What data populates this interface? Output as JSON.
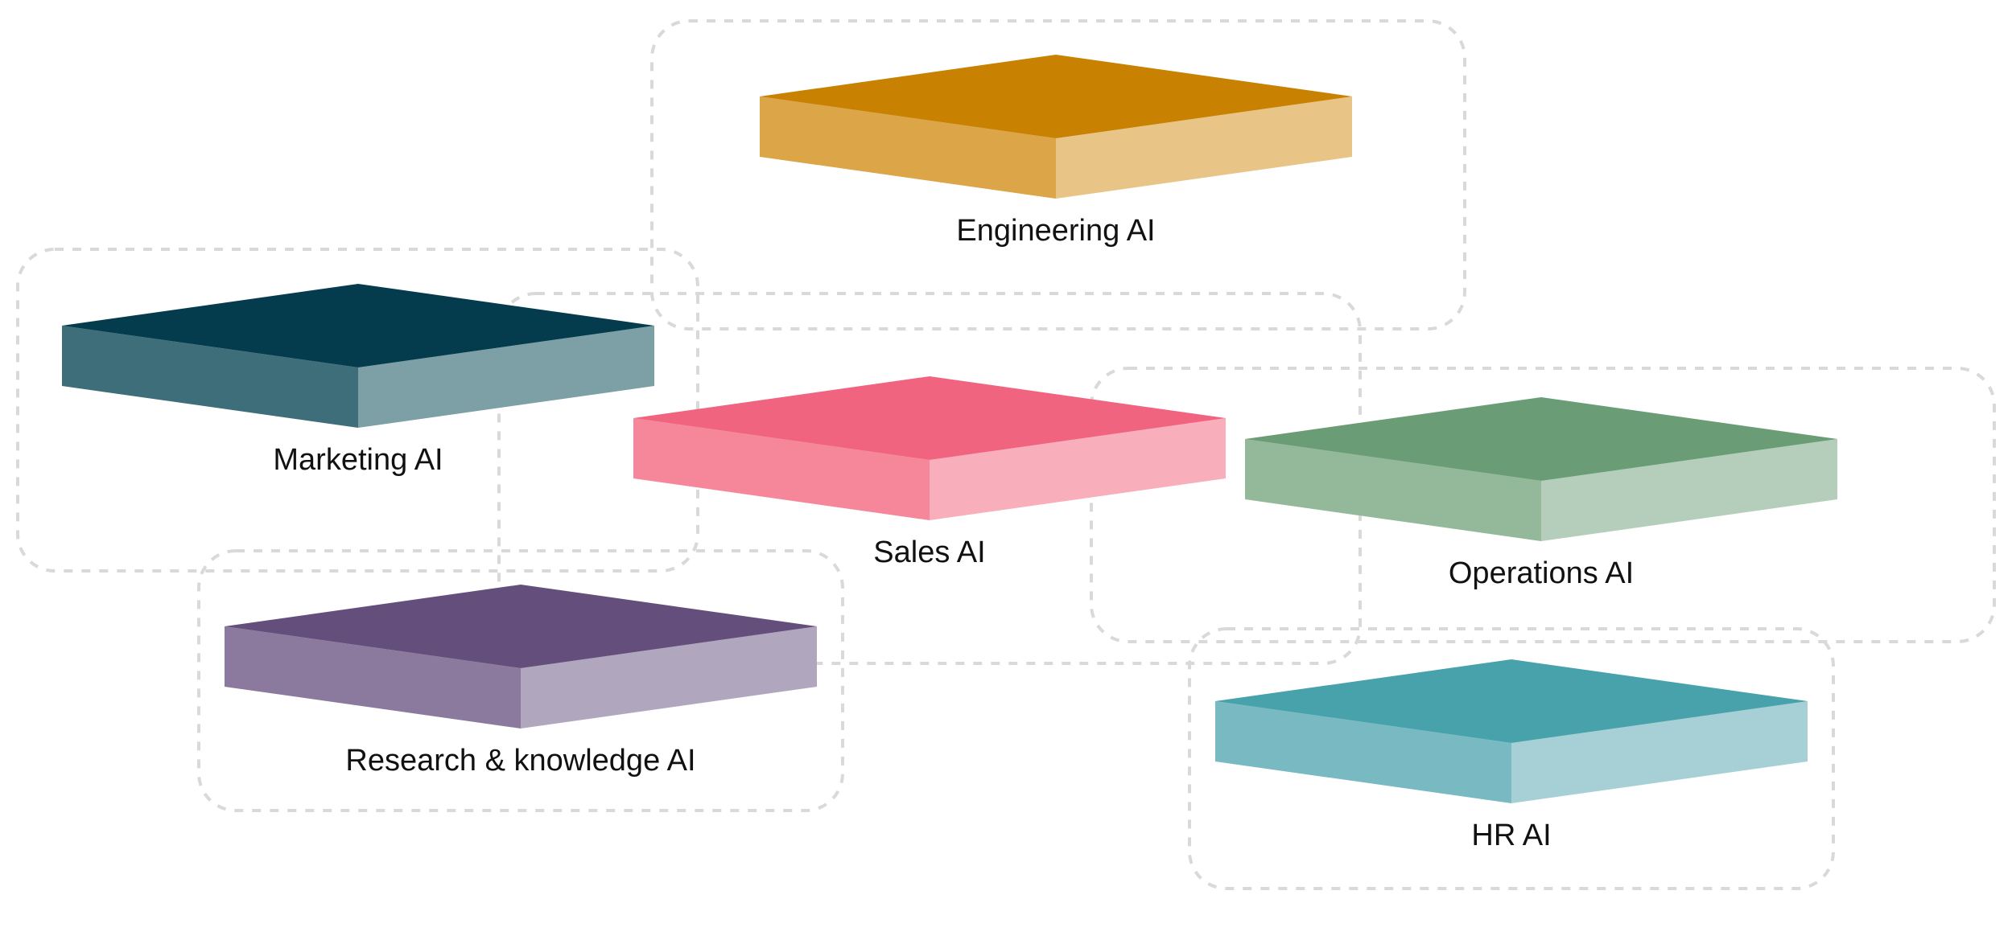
{
  "diagram": {
    "modules": [
      {
        "id": "engineering",
        "label": "Engineering AI",
        "colors": {
          "top": "#C88100",
          "left": "#DBA548",
          "right": "#E9C487"
        }
      },
      {
        "id": "marketing",
        "label": "Marketing AI",
        "colors": {
          "top": "#043C4E",
          "left": "#3E6E7A",
          "right": "#7D9FA6"
        }
      },
      {
        "id": "sales",
        "label": "Sales AI",
        "colors": {
          "top": "#F1647F",
          "left": "#F6879A",
          "right": "#F9AEBB"
        }
      },
      {
        "id": "operations",
        "label": "Operations AI",
        "colors": {
          "top": "#6A9D76",
          "left": "#93B89A",
          "right": "#B5CEBC"
        }
      },
      {
        "id": "research",
        "label": "Research & knowledge AI",
        "colors": {
          "top": "#644F7C",
          "left": "#8B7A9D",
          "right": "#B0A7BE"
        }
      },
      {
        "id": "hr",
        "label": "HR AI",
        "colors": {
          "top": "#48A2AB",
          "left": "#78B9C2",
          "right": "#A6D0D5"
        }
      }
    ],
    "frame_color": "#D9D9D9"
  }
}
